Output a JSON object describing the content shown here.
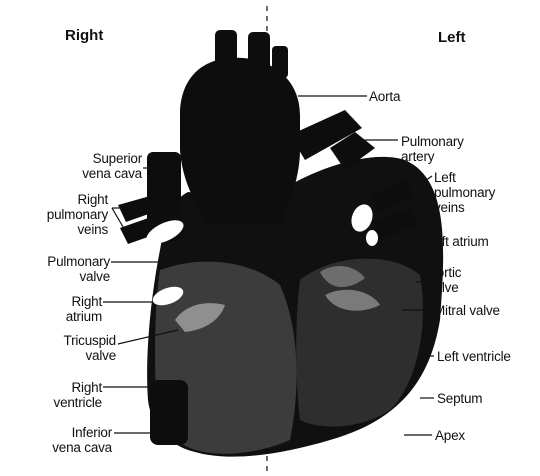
{
  "sides": {
    "right": "Right",
    "left": "Left"
  },
  "labels": {
    "aorta": "Aorta",
    "pulmonary_artery": [
      "Pulmonary",
      "artery"
    ],
    "superior_vena_cava": [
      "Superior",
      "vena cava"
    ],
    "left_pulmonary_veins": [
      "Left",
      "pulmonary",
      "veins"
    ],
    "right_pulmonary_veins": [
      "Right",
      "pulmonary",
      "veins"
    ],
    "left_atrium": "Left atrium",
    "pulmonary_valve": [
      "Pulmonary",
      "valve"
    ],
    "aortic_valve": [
      "Aortic",
      "valve"
    ],
    "right_atrium": [
      "Right",
      "atrium"
    ],
    "mitral_valve": "Mitral valve",
    "tricuspid_valve": [
      "Tricuspid",
      "valve"
    ],
    "left_ventricle": "Left ventricle",
    "right_ventricle": [
      "Right",
      "ventricle"
    ],
    "septum": "Septum",
    "inferior_vena_cava": [
      "Inferior",
      "vena cava"
    ],
    "apex": "Apex"
  },
  "colors": {
    "heart_dark": "#0d0d0d",
    "chamber_gray": "#4a4a4a",
    "valve_light": "#9a9a9a",
    "vein_opening": "#ffffff"
  }
}
